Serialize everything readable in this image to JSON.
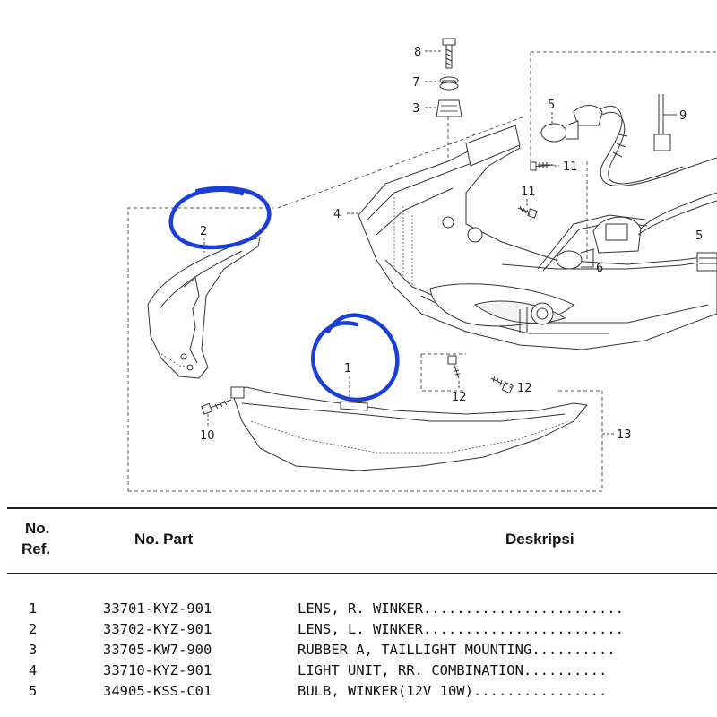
{
  "diagram": {
    "callouts": [
      "8",
      "7",
      "3",
      "5",
      "9",
      "11",
      "11",
      "4",
      "2",
      "5",
      "6",
      "1",
      "12",
      "12",
      "10",
      "13"
    ]
  },
  "table": {
    "headers": {
      "ref_line1": "No.",
      "ref_line2": "Ref.",
      "part": "No. Part",
      "description": "Deskripsi"
    },
    "rows": [
      {
        "ref": "1",
        "part": "33701-KYZ-901",
        "desc": "LENS, R. WINKER........................"
      },
      {
        "ref": "2",
        "part": "33702-KYZ-901",
        "desc": "LENS, L. WINKER........................"
      },
      {
        "ref": "3",
        "part": "33705-KW7-900",
        "desc": "RUBBER A, TAILLIGHT MOUNTING.........."
      },
      {
        "ref": "4",
        "part": "33710-KYZ-901",
        "desc": "LIGHT UNIT, RR. COMBINATION.........."
      },
      {
        "ref": "5",
        "part": "34905-KSS-C01",
        "desc": "BULB, WINKER(12V 10W)................"
      }
    ]
  }
}
